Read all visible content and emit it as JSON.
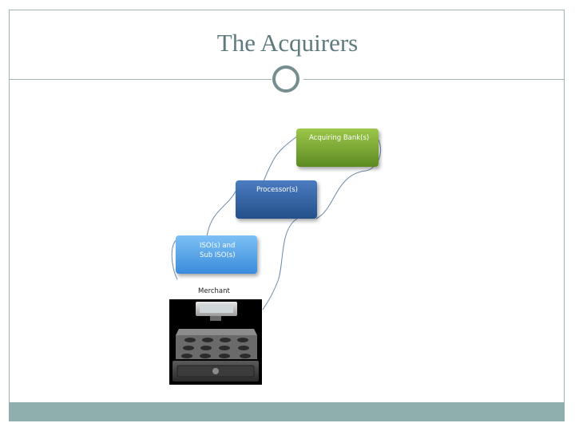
{
  "slide": {
    "title": "The Acquirers"
  },
  "diagram": {
    "acquiring_bank_label": "Acquiring Bank(s)",
    "processor_label": "Processor(s)",
    "iso_label_line1": "ISO(s) and",
    "iso_label_line2": "Sub ISO(s)",
    "merchant_label": "Merchant",
    "merchant_image_icon": "cash-register-icon"
  },
  "colors": {
    "acquiring_bank": "#6f9a2c",
    "processor": "#2f5f9e",
    "iso": "#4b9be3",
    "accent": "#768e90",
    "footer": "#8faeae"
  }
}
